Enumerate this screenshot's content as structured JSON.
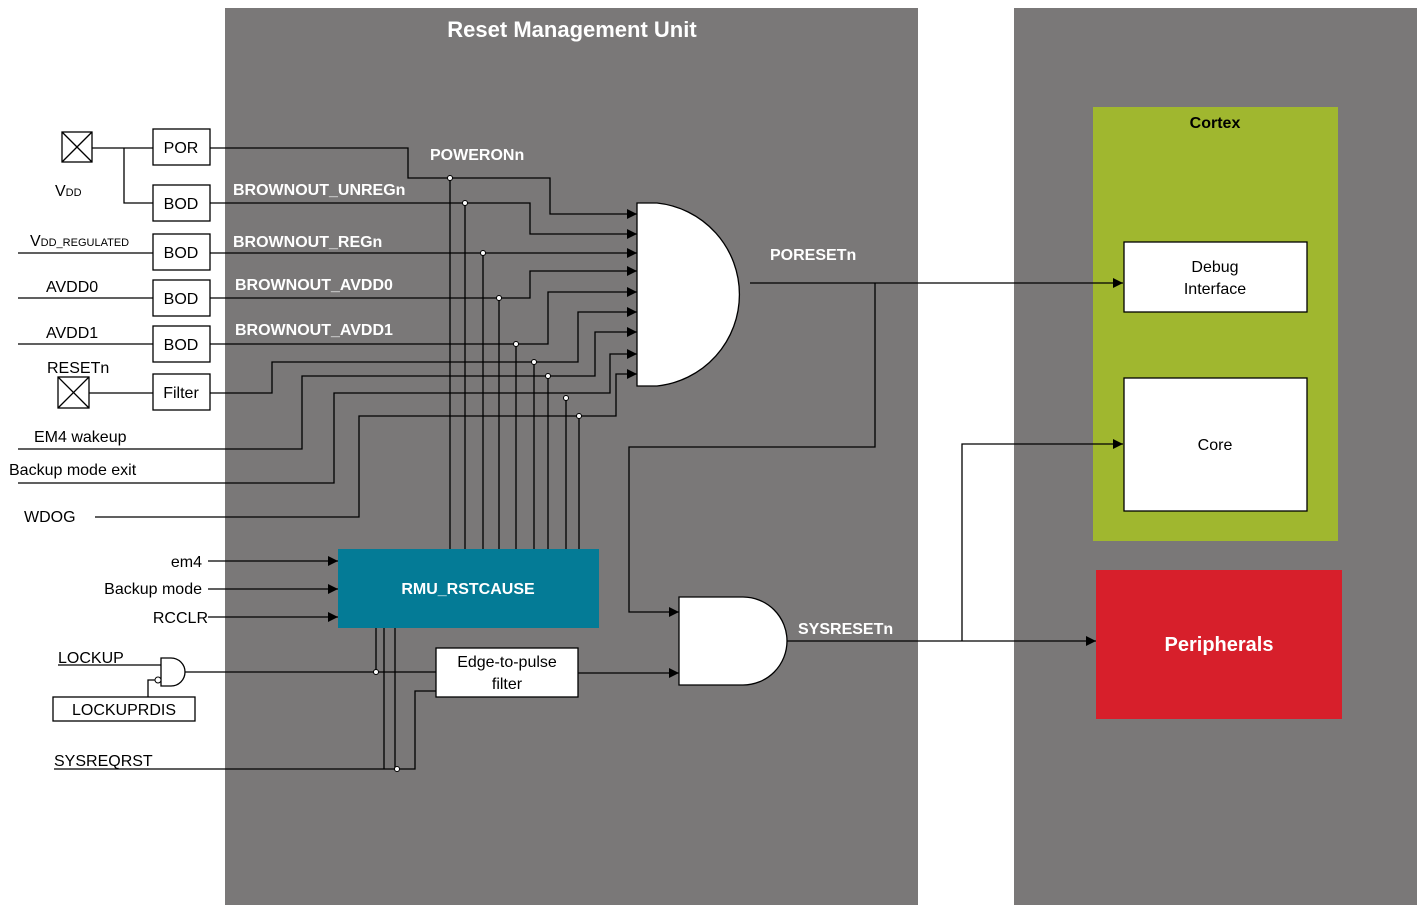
{
  "rmu": {
    "title": "Reset Management Unit"
  },
  "cortex": {
    "title": "Cortex",
    "debug_line1": "Debug",
    "debug_line2": "Interface",
    "core": "Core"
  },
  "peripherals": {
    "label": "Peripherals"
  },
  "inputs": {
    "vdd": "V",
    "vdd_sub": "DD",
    "vdd_reg": "V",
    "vdd_reg_sub": "DD_REGULATED",
    "avdd0": "AVDD0",
    "avdd1": "AVDD1",
    "resetn": "RESETn",
    "em4_wakeup": "EM4 wakeup",
    "backup_exit": "Backup mode exit",
    "wdog": "WDOG",
    "em4": "em4",
    "backup_mode": "Backup mode",
    "rcclr": "RCCLR",
    "lockup": "LOCKUP",
    "lockuprdis": "LOCKUPRDIS",
    "sysreqrst": "SYSREQRST"
  },
  "blocks": {
    "por": "POR",
    "bod": "BOD",
    "filter": "Filter",
    "rstcause": "RMU_RSTCAUSE",
    "edge_line1": "Edge-to-pulse",
    "edge_line2": "filter"
  },
  "signals": {
    "poweronn": "POWERONn",
    "brownout_unregn": "BROWNOUT_UNREGn",
    "brownout_regn": "BROWNOUT_REGn",
    "brownout_avdd0": "BROWNOUT_AVDD0",
    "brownout_avdd1": "BROWNOUT_AVDD1",
    "poresetn": "PORESETn",
    "sysresetn": "SYSRESETn"
  },
  "colors": {
    "panel_gray": "#7a7878",
    "cortex_green": "#a0b72f",
    "peripherals_red": "#d71f2b",
    "rstcause_teal": "#047b96"
  }
}
